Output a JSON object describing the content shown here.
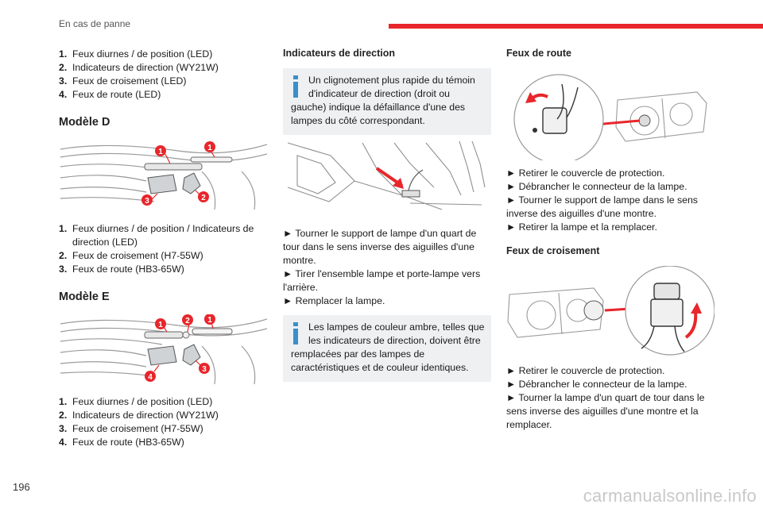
{
  "header": {
    "section_title": "En cas de panne",
    "accent_color": "#e8262b"
  },
  "footer": {
    "page_number": "196",
    "watermark": "carmanualsonline.info"
  },
  "column1": {
    "list_top": [
      {
        "num": "1.",
        "text": "Feux diurnes / de position (LED)"
      },
      {
        "num": "2.",
        "text": "Indicateurs de direction (WY21W)"
      },
      {
        "num": "3.",
        "text": "Feux de croisement (LED)"
      },
      {
        "num": "4.",
        "text": "Feux de route (LED)"
      }
    ],
    "model_d": {
      "title": "Modèle D",
      "callouts": [
        "1",
        "1",
        "3",
        "2"
      ],
      "list": [
        {
          "num": "1.",
          "text": "Feux diurnes / de position / Indicateurs de direction (LED)"
        },
        {
          "num": "2.",
          "text": "Feux de croisement (H7-55W)"
        },
        {
          "num": "3.",
          "text": "Feux de route (HB3-65W)"
        }
      ]
    },
    "model_e": {
      "title": "Modèle E",
      "callouts": [
        "1",
        "2",
        "1",
        "4",
        "3"
      ],
      "list": [
        {
          "num": "1.",
          "text": "Feux diurnes / de position (LED)"
        },
        {
          "num": "2.",
          "text": "Indicateurs de direction (WY21W)"
        },
        {
          "num": "3.",
          "text": "Feux de croisement (H7-55W)"
        },
        {
          "num": "4.",
          "text": "Feux de route (HB3-65W)"
        }
      ]
    }
  },
  "column2": {
    "title": "Indicateurs de direction",
    "info1": "Un clignotement plus rapide du témoin d'indicateur de direction (droit ou gauche) indique la défaillance d'une des lampes du côté correspondant.",
    "steps": [
      "► Tourner le support de lampe d'un quart de tour dans le sens inverse des aiguilles d'une montre.",
      "► Tirer l'ensemble lampe et porte-lampe vers l'arrière.",
      "► Remplacer la lampe."
    ],
    "info2": "Les lampes de couleur ambre, telles que les indicateurs de direction, doivent être remplacées par des lampes de caractéristiques et de couleur identiques."
  },
  "column3": {
    "high_beam": {
      "title": "Feux de route",
      "steps": [
        "► Retirer le couvercle de protection.",
        "► Débrancher le connecteur de la lampe.",
        "► Tourner le support de lampe dans le sens inverse des aiguilles d'une montre.",
        "► Retirer la lampe et la remplacer."
      ]
    },
    "low_beam": {
      "title": "Feux de croisement",
      "steps": [
        "► Retirer le couvercle de protection.",
        "► Débrancher le connecteur de la lampe.",
        "► Tourner la lampe d'un quart de tour dans le sens inverse des aiguilles d'une montre et la remplacer."
      ]
    }
  },
  "colors": {
    "callout_red": "#e8262b",
    "info_blue": "#3a8fc9",
    "info_bg": "#eef0f2"
  }
}
